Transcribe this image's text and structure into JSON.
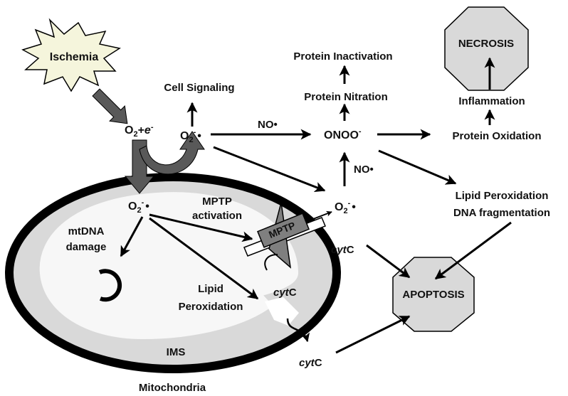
{
  "labels": {
    "ischemia": "Ischemia",
    "o2e": {
      "base": "O",
      "sub": "2",
      "mid": "+",
      "e": "e",
      "sup": "-"
    },
    "superoxide": {
      "base": "O",
      "sub": "2",
      "sup": "-",
      "dot": "•"
    },
    "cell_signaling": "Cell Signaling",
    "no_radical": "NO•",
    "peroxynitrite": {
      "base": "ONOO",
      "sup": "-"
    },
    "protein_inactivation": "Protein Inactivation",
    "protein_nitration": "Protein Nitration",
    "protein_oxidation": "Protein Oxidation",
    "inflammation": "Inflammation",
    "necrosis": "NECROSIS",
    "lipid_peroxidation_line1": "Lipid Peroxidation",
    "dna_fragmentation": "DNA fragmentation",
    "apoptosis": "APOPTOSIS",
    "mptp_activation_line1": "MPTP",
    "mptp_activation_line2": "activation",
    "mptp": "MPTP",
    "mtdna_line1": "mtDNA",
    "mtdna_line2": "damage",
    "lipid_line1": "Lipid",
    "lipid_line2": "Peroxidation",
    "cytc": {
      "ital": "cyt",
      "rest": "C"
    },
    "ims": "IMS",
    "mitochondria": "Mitochondria"
  },
  "colors": {
    "starburst_fill": "#f5f5dc",
    "membrane": "#000000",
    "ims_fill": "#d9d9d9",
    "matrix_fill": "#f2f2f2",
    "octagon_fill": "#d9d9d9",
    "block_arrow": "#595959",
    "mptp_fill": "#7f7f7f"
  }
}
